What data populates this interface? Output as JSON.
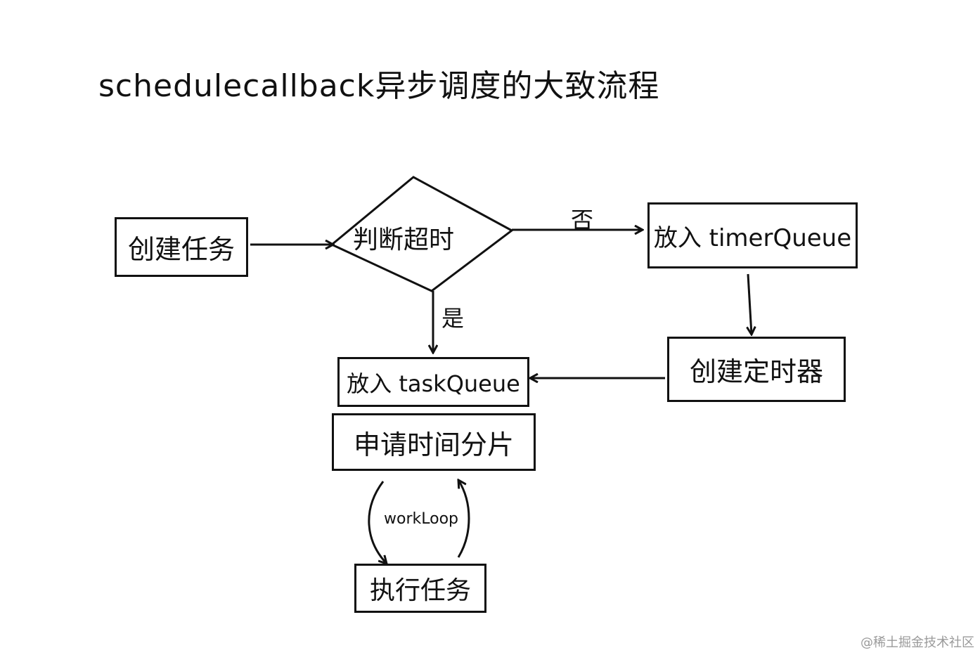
{
  "title": "schedulecallback异步调度的大致流程",
  "nodes": {
    "create_task": "创建任务",
    "check_timeout": "判断超时",
    "timer_queue": "放入 timerQueue",
    "create_timer": "创建定时器",
    "task_queue": "放入 taskQueue",
    "request_slice": "申请时间分片",
    "execute_task": "执行任务"
  },
  "edge_labels": {
    "no": "否",
    "yes": "是",
    "loop": "workLoop"
  },
  "watermark": "@稀土掘金技术社区"
}
